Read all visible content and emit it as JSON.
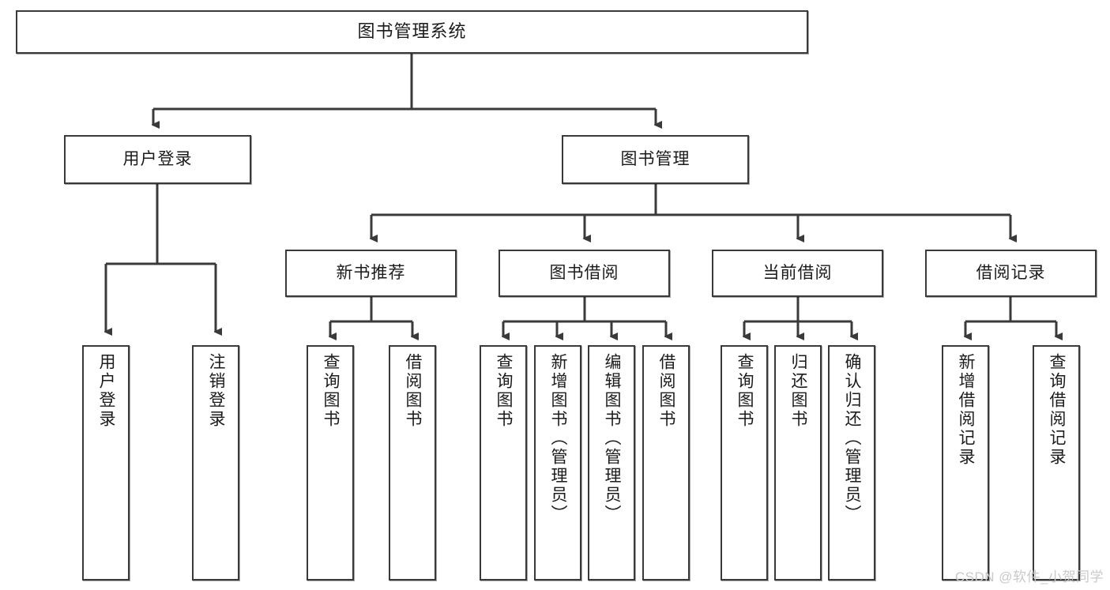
{
  "diagram": {
    "title": "图书管理系统",
    "type": "tree",
    "watermark": "CSDN @软件_小贺同学",
    "colors": {
      "box_border": "#3a3a3a",
      "box_fill": "#ffffff",
      "connector": "#3a3a3a",
      "text": "#1b1b1b",
      "watermark": "#c9c9c9"
    },
    "root": {
      "label": "图书管理系统"
    },
    "level2": [
      {
        "label": "用户登录"
      },
      {
        "label": "图书管理"
      }
    ],
    "level3": [
      {
        "label": "新书推荐"
      },
      {
        "label": "图书借阅"
      },
      {
        "label": "当前借阅"
      },
      {
        "label": "借阅记录"
      }
    ],
    "leaves": {
      "user_login": [
        {
          "label": "用户登录"
        },
        {
          "label": "注销登录"
        }
      ],
      "new_book": [
        {
          "label": "查询图书"
        },
        {
          "label": "借阅图书"
        }
      ],
      "book_borrow": [
        {
          "label": "查询图书"
        },
        {
          "label": "新增图书（管理员）"
        },
        {
          "label": "编辑图书（管理员）"
        },
        {
          "label": "借阅图书"
        }
      ],
      "current_borrow": [
        {
          "label": "查询图书"
        },
        {
          "label": "归还图书"
        },
        {
          "label": "确认归还（管理员）"
        }
      ],
      "borrow_record": [
        {
          "label": "新增借阅记录"
        },
        {
          "label": "查询借阅记录"
        }
      ]
    }
  }
}
